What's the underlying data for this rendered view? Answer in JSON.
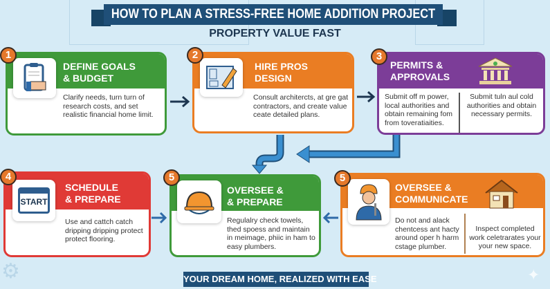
{
  "title": "HOW TO PLAN A STRESS-FREE HOME ADDITION PROJECT",
  "subtitle": "PROPERTY VALUE FAST",
  "footer": "YOUR DREAM HOME, REALIZED WITH EASE",
  "colors": {
    "green": "#3f9a3a",
    "orange": "#ea7d23",
    "purple": "#7c3d98",
    "red": "#e03a36",
    "navy": "#1f4f78"
  },
  "steps": [
    {
      "number": "1",
      "title": "DEFINE GOALS\n& BUDGET",
      "body": "Clarify needs, turn turn of research costs, and set realistic financial home limit.",
      "icon": "clipboard-icon"
    },
    {
      "number": "2",
      "title": "HIRE PROS\nDESIGN",
      "body": "Consult architercts, at gre gat contractors, and create value ceate detailed plans.",
      "icon": "blueprint-pencil-icon"
    },
    {
      "number": "3",
      "title": "PERMITS &\nAPPROVALS",
      "body": "Submit off m power, local authorities and obtain remaining fom from toveratiaities.",
      "body2": "Submit tuln aul cold authorities and obtain necessary permits.",
      "icon": "government-building-icon"
    },
    {
      "number": "4",
      "title": "SCHEDULE\n& PREPARE",
      "body": "Use and cattch catch dripping dripping protect protect flooring.",
      "icon": "calendar-icon",
      "icon_text": "START"
    },
    {
      "number": "5",
      "title": "OVERSEE &\n& PREPARE",
      "body": "Regulalry check towels, thed spoess and maintain in meimage, phiic in ham to easy plumbers.",
      "icon": "hard-hat-icon"
    },
    {
      "number": "5",
      "title": "OVERSEE &\nCOMMUNICATE",
      "body": "Do not and alack chentcess ant hacty around oper h harm cstage plumber.",
      "body2": "Inspect completed work celetrarates your your new space.",
      "icon": "worker-icon"
    }
  ]
}
